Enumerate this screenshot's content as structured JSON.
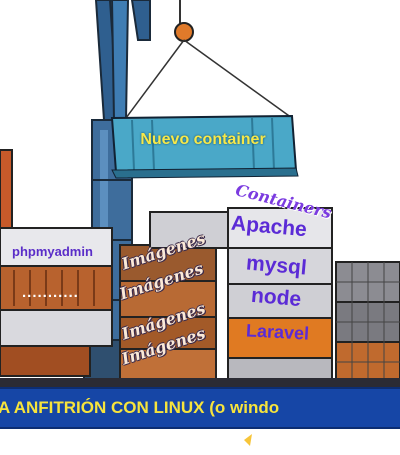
{
  "container_new": {
    "label": "Nuevo container"
  },
  "left_stack": {
    "top_label": "phpmyadmin",
    "dots_label": "..........."
  },
  "images": {
    "labels": [
      "Imágenes",
      "Imágenes",
      "Imágenes",
      "Imágenes"
    ]
  },
  "stack": {
    "title": "Containers",
    "items": [
      "Apache",
      "mysql",
      "node",
      "Laravel"
    ]
  },
  "banner": {
    "text": "A ANFITRIÓN CON LINUX    (o windo"
  },
  "colors": {
    "banner_bg": "#1646a6",
    "banner_text": "#f7e43c",
    "stack_text": "#5b2bd6",
    "container_new": "#4aa8c8"
  }
}
